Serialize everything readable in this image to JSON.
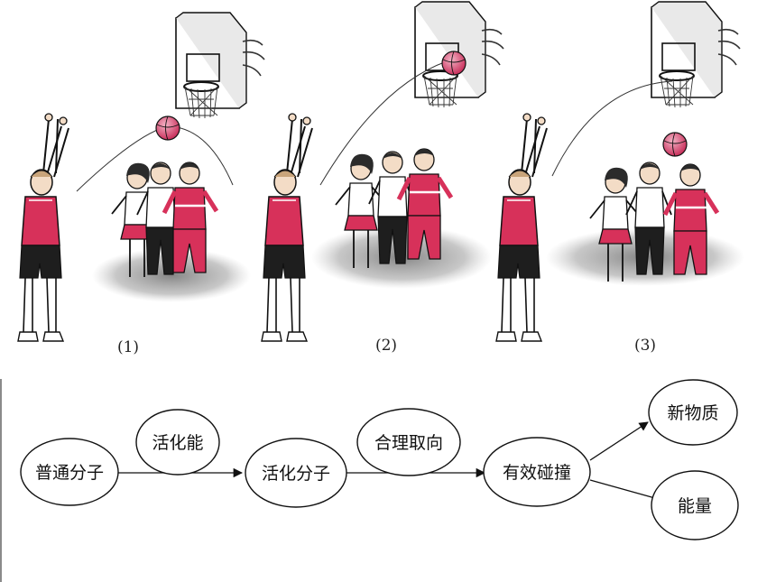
{
  "colors": {
    "jersey": "#d7315a",
    "ball": "#d3456e",
    "shadow": "#8f8f8f",
    "line": "#111111",
    "skin": "#f3dcc6",
    "hair": "#2b2b2b"
  },
  "illustration": {
    "panels": [
      {
        "label": "(1)",
        "icon": "basketball-missed-shot-icon"
      },
      {
        "label": "(2)",
        "icon": "basketball-rim-hit-icon"
      },
      {
        "label": "(3)",
        "icon": "basketball-score-icon"
      }
    ]
  },
  "flow": {
    "nodes": {
      "ordinary_molecule": "普通分子",
      "activation_energy": "活化能",
      "activated_molecule": "活化分子",
      "orientation": "合理取向",
      "effective_collision": "有效碰撞",
      "new_substance": "新物质",
      "energy": "能量"
    }
  }
}
